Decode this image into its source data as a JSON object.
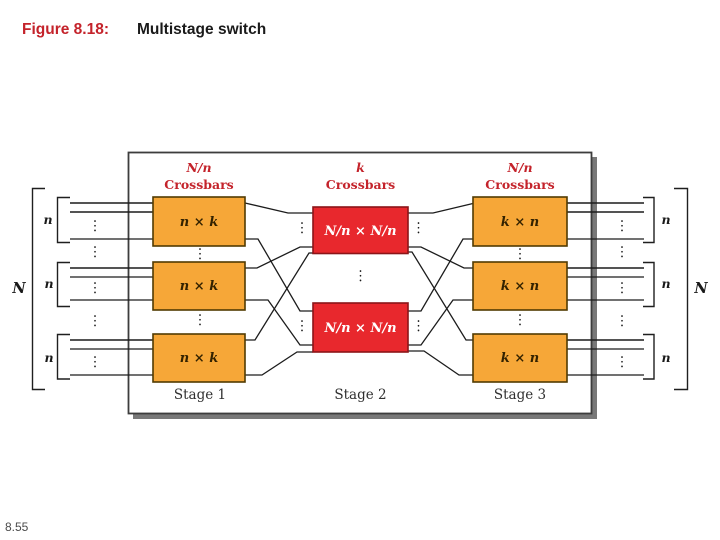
{
  "slide": {
    "title_figure": "Figure 8.18:",
    "title_text": "Multistage switch",
    "footer": "8.55"
  },
  "diagram": {
    "headers": {
      "left": {
        "line1": "N/n",
        "line2": "Crossbars"
      },
      "center": {
        "line1": "k",
        "line2": "Crossbars"
      },
      "right": {
        "line1": "N/n",
        "line2": "Crossbars"
      }
    },
    "stage1": {
      "boxes": [
        "n × k",
        "n × k",
        "n × k"
      ],
      "label": "Stage 1"
    },
    "stage2": {
      "boxes": [
        "N/n × N/n",
        "N/n × N/n"
      ],
      "label": "Stage 2"
    },
    "stage3": {
      "boxes": [
        "k × n",
        "k × n",
        "k × n"
      ],
      "label": "Stage 3"
    },
    "side_labels": {
      "total_left": "N",
      "total_right": "N",
      "group_left": [
        "n",
        "n",
        "n"
      ],
      "group_right": [
        "n",
        "n",
        "n"
      ]
    },
    "colors": {
      "crossbar_orange": "#F6A738",
      "crossbar_red": "#E8282D",
      "figure_red_text": "#c4232b"
    }
  }
}
